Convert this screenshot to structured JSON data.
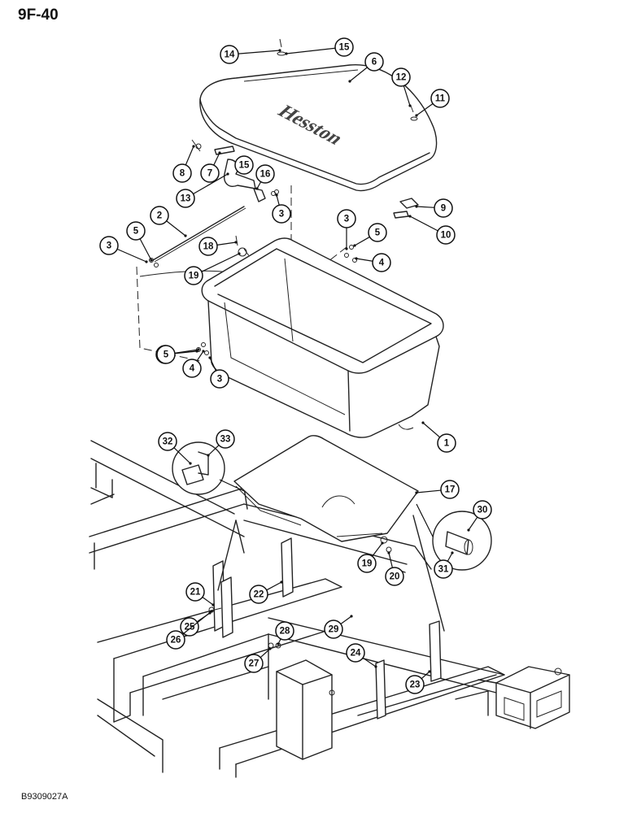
{
  "page_id": "9F-40",
  "figure_code": "B9309027A",
  "lid_emboss": "Hesston",
  "callouts": [
    {
      "label": "14"
    },
    {
      "label": "15"
    },
    {
      "label": "6"
    },
    {
      "label": "12"
    },
    {
      "label": "11"
    },
    {
      "label": "8"
    },
    {
      "label": "7"
    },
    {
      "label": "15"
    },
    {
      "label": "16"
    },
    {
      "label": "13"
    },
    {
      "label": "2"
    },
    {
      "label": "5"
    },
    {
      "label": "3"
    },
    {
      "label": "9"
    },
    {
      "label": "10"
    },
    {
      "label": "3"
    },
    {
      "label": "5"
    },
    {
      "label": "3"
    },
    {
      "label": "18"
    },
    {
      "label": "5"
    },
    {
      "label": "19"
    },
    {
      "label": "4"
    },
    {
      "label": "5"
    },
    {
      "label": "4"
    },
    {
      "label": "3"
    },
    {
      "label": "1"
    },
    {
      "label": "32"
    },
    {
      "label": "33"
    },
    {
      "label": "17"
    },
    {
      "label": "30"
    },
    {
      "label": "19"
    },
    {
      "label": "31"
    },
    {
      "label": "20"
    },
    {
      "label": "21"
    },
    {
      "label": "22"
    },
    {
      "label": "25"
    },
    {
      "label": "26"
    },
    {
      "label": "28"
    },
    {
      "label": "29"
    },
    {
      "label": "27"
    },
    {
      "label": "24"
    },
    {
      "label": "23"
    }
  ]
}
